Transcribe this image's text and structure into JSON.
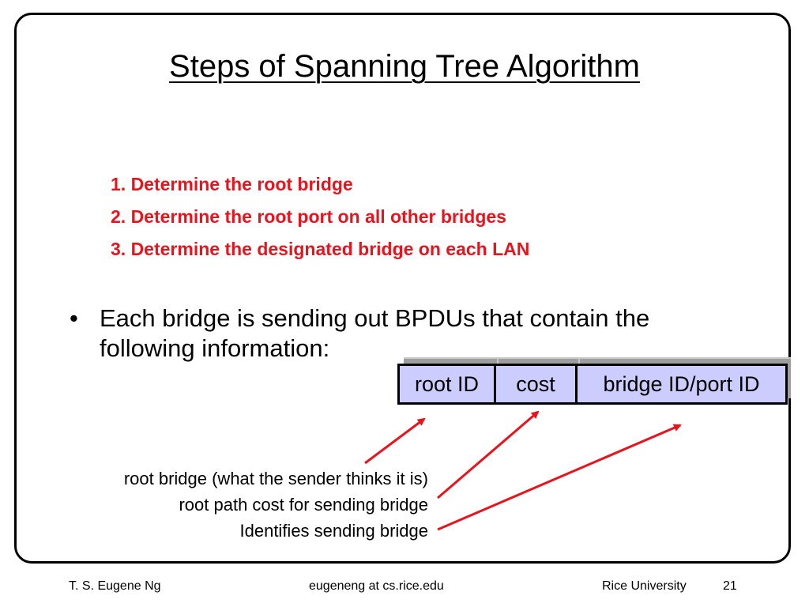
{
  "slide": {
    "title": "Steps of Spanning Tree Algorithm",
    "steps": [
      "1. Determine the root bridge",
      "2. Determine the root port on all other bridges",
      "3. Determine the designated bridge on each LAN"
    ],
    "bullet_marker": "•",
    "bullet": "Each bridge is sending out BPDUs that contain the following information:",
    "bpdu_fields": [
      "root ID",
      "cost",
      "bridge ID/port ID"
    ],
    "field_annotations": [
      "root bridge (what the sender thinks it is)",
      "root path cost for sending bridge",
      "Identifies sending bridge"
    ],
    "colors": {
      "step_text": "#e8141d",
      "field_fill": "#ccccff",
      "arrow": "#e8141d"
    }
  },
  "footer": {
    "author": "T. S. Eugene Ng",
    "email": "eugeneng at cs.rice.edu",
    "institution": "Rice University",
    "page_number": "21"
  }
}
